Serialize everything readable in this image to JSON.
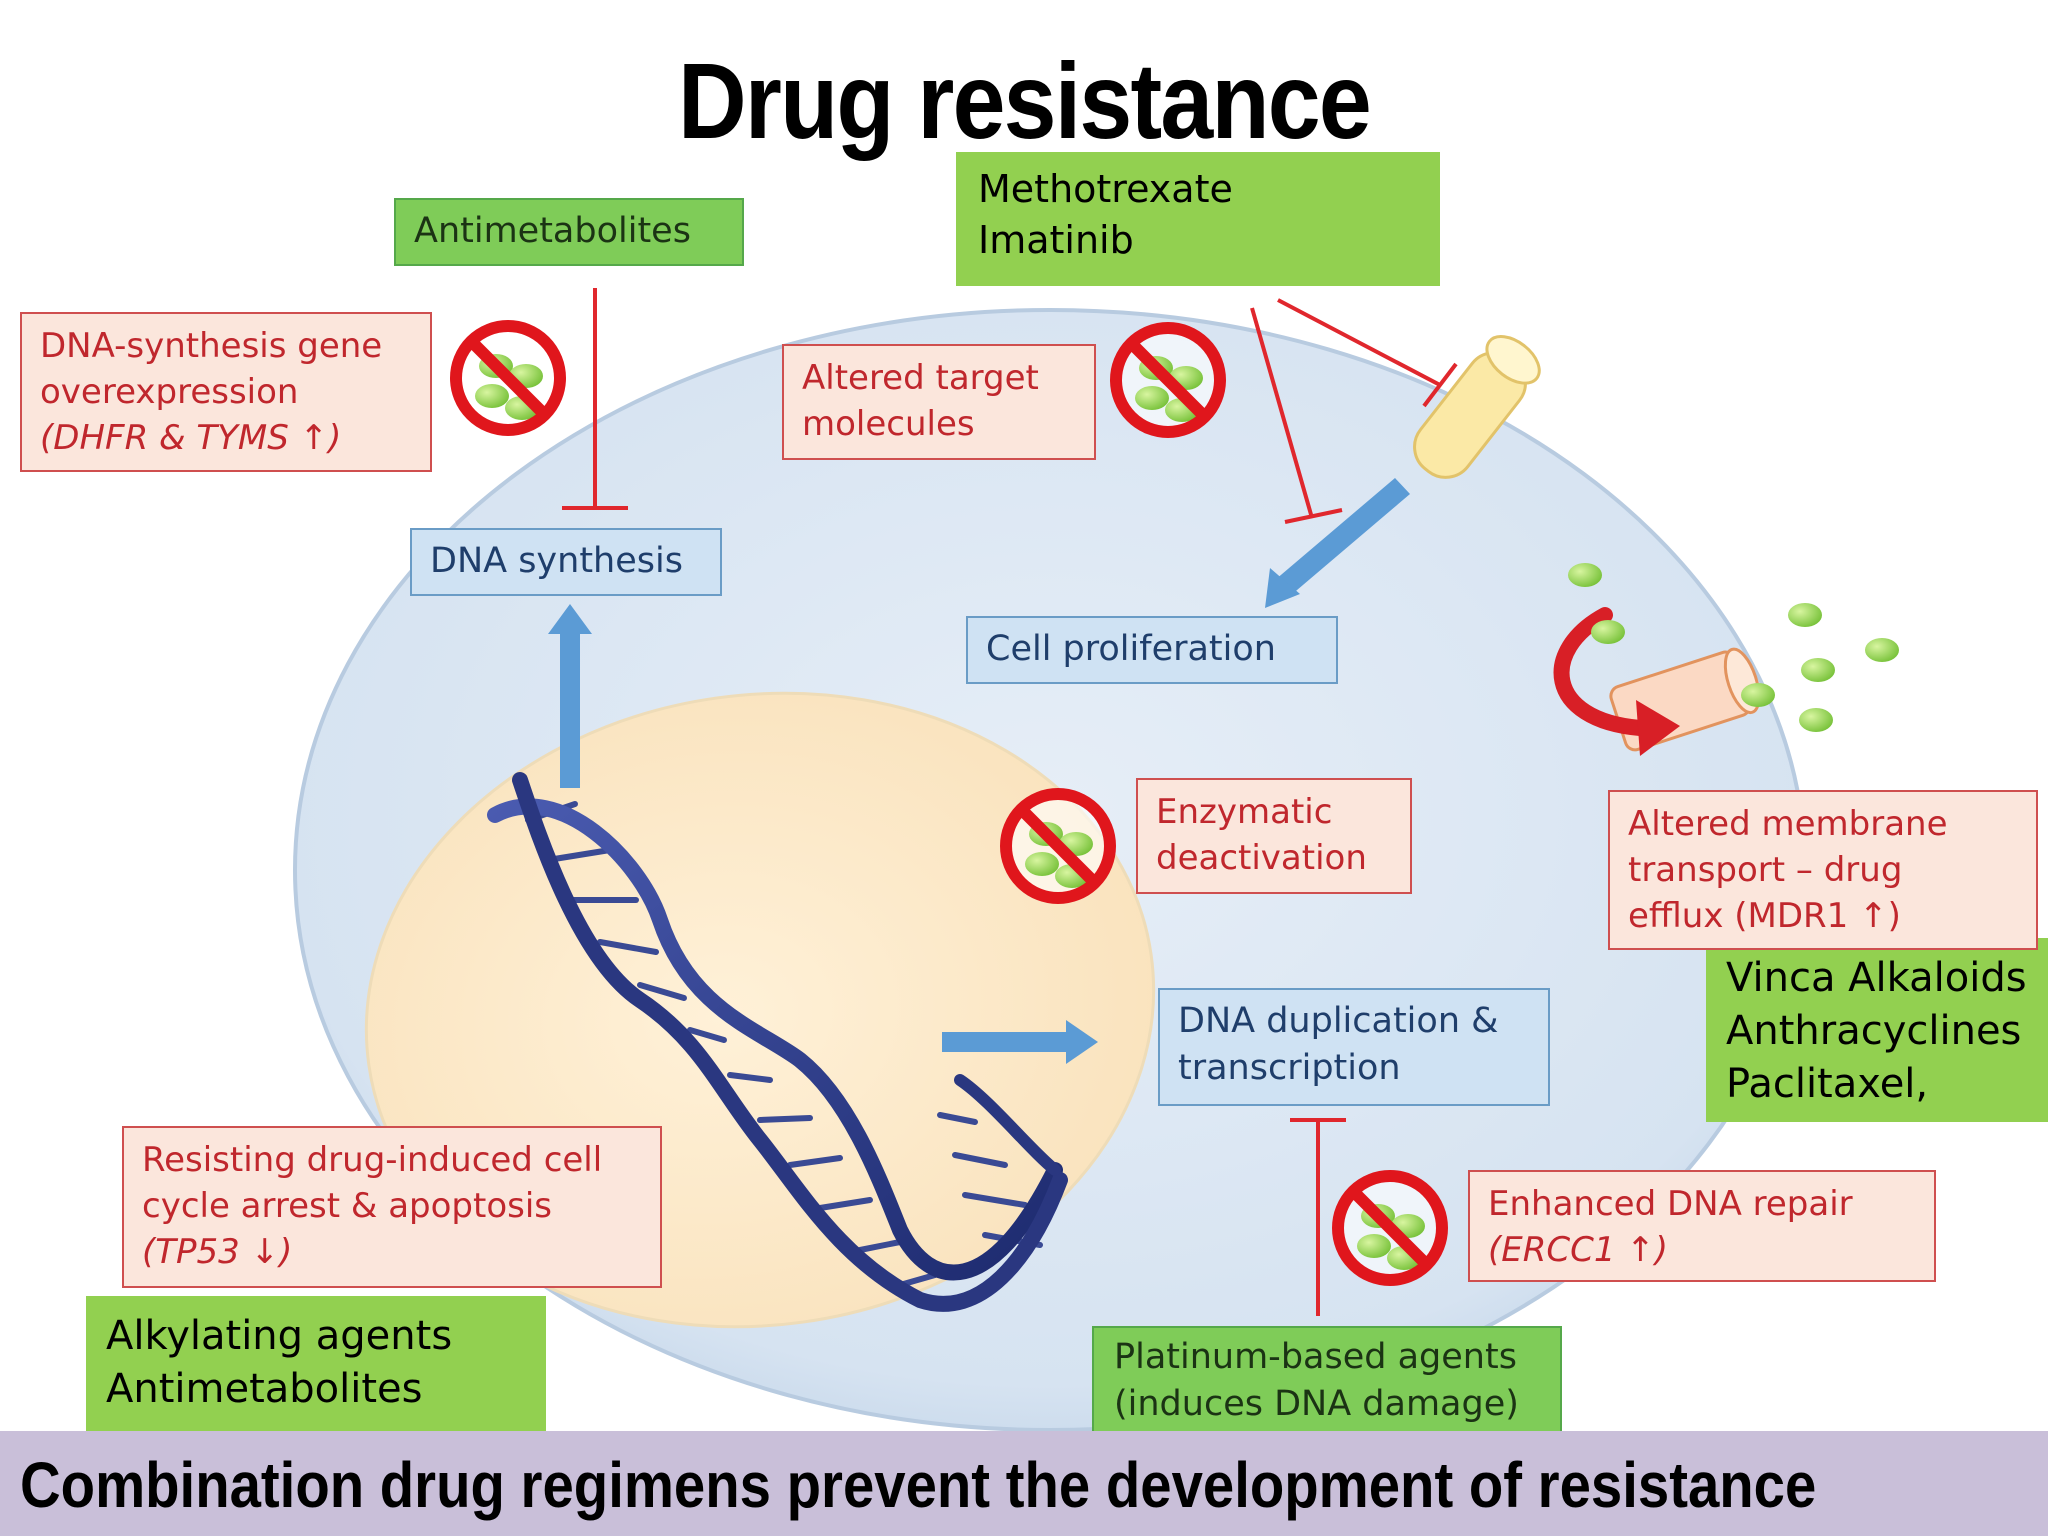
{
  "title": "Drug resistance",
  "footer": "Combination drug regimens prevent the development of resistance",
  "targets": {
    "dna_synthesis": "DNA synthesis",
    "cell_proliferation": "Cell proliferation",
    "dna_duplication": [
      "DNA duplication &",
      "transcription"
    ]
  },
  "mechanisms": {
    "gene_overexpression": [
      "DNA-synthesis gene",
      "overexpression",
      "(DHFR & TYMS ↑)"
    ],
    "altered_target": [
      "Altered target",
      "molecules"
    ],
    "enzymatic": [
      "Enzymatic",
      "deactivation"
    ],
    "membrane": [
      "Altered membrane",
      "transport – drug",
      "efflux (MDR1 ↑)"
    ],
    "apoptosis": [
      "Resisting drug-induced cell",
      "cycle arrest & apoptosis",
      "(TP53 ↓)"
    ],
    "dna_repair": [
      "Enhanced DNA repair",
      "(ERCC1 ↑)"
    ]
  },
  "drug_classes": {
    "antimetabolites_label": "Antimetabolites",
    "methotrexate_imatinib": [
      "Methotrexate",
      "Imatinib"
    ],
    "vinca_group": [
      "Vinca Alkaloids",
      "Anthracyclines",
      "Paclitaxel,"
    ],
    "alkylating_group": [
      "Alkylating agents",
      "Antimetabolites"
    ],
    "platinum": [
      "Platinum-based agents",
      "(induces DNA damage)"
    ]
  },
  "icons": [
    "no-drug-icon",
    "dna-helix-icon",
    "membrane-channel-icon",
    "efflux-pump-icon",
    "drug-molecule-icon"
  ],
  "colors": {
    "cell": "#dde8f4",
    "nucleus": "#fbe9c8",
    "inhibition": "#e0272d",
    "arrow": "#5b9bd5",
    "green_label": "#92d050",
    "footer_band": "#c9bfd9"
  }
}
